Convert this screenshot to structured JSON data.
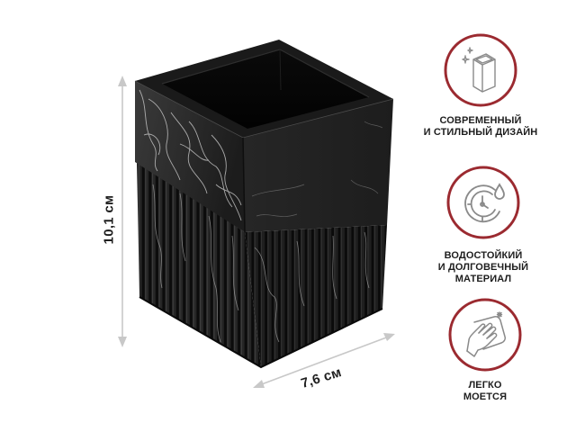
{
  "product": {
    "name": "square-cup-black-marble",
    "colors": {
      "body_dark": "#141414",
      "body_mid": "#2a2a2a",
      "marble_vein": "#d8d8d8",
      "interior": "#050505"
    }
  },
  "dimensions": {
    "height_label": "10,1 см",
    "width_label": "7,6 см",
    "arrow_color": "#c8c8c8"
  },
  "features": {
    "ring_color": "#9b2a30",
    "icon_color": "#8a8a8a",
    "items": [
      {
        "icon": "cube-sparkle-icon",
        "lines": [
          "СОВРЕМЕННЫЙ",
          "И СТИЛЬНЫЙ ДИЗАЙН"
        ]
      },
      {
        "icon": "clock-water-drop-icon",
        "lines": [
          "ВОДОСТОЙКИЙ",
          "И ДОЛГОВЕЧНЫЙ",
          "МАТЕРИАЛ"
        ]
      },
      {
        "icon": "hand-wipe-icon",
        "lines": [
          "ЛЕГКО",
          "МОЕТСЯ"
        ]
      }
    ]
  }
}
